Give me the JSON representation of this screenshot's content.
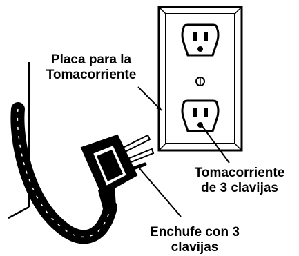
{
  "labels": {
    "plate": {
      "line1": "Placa para la",
      "line2": "Tomacorriente"
    },
    "outlet": {
      "line1": "Tomacorriente",
      "line2": "de 3 clavijas"
    },
    "plug": {
      "line1": "Enchufe con 3",
      "line2": "clavijas"
    }
  },
  "colors": {
    "ink": "#000000",
    "paper": "#ffffff"
  }
}
